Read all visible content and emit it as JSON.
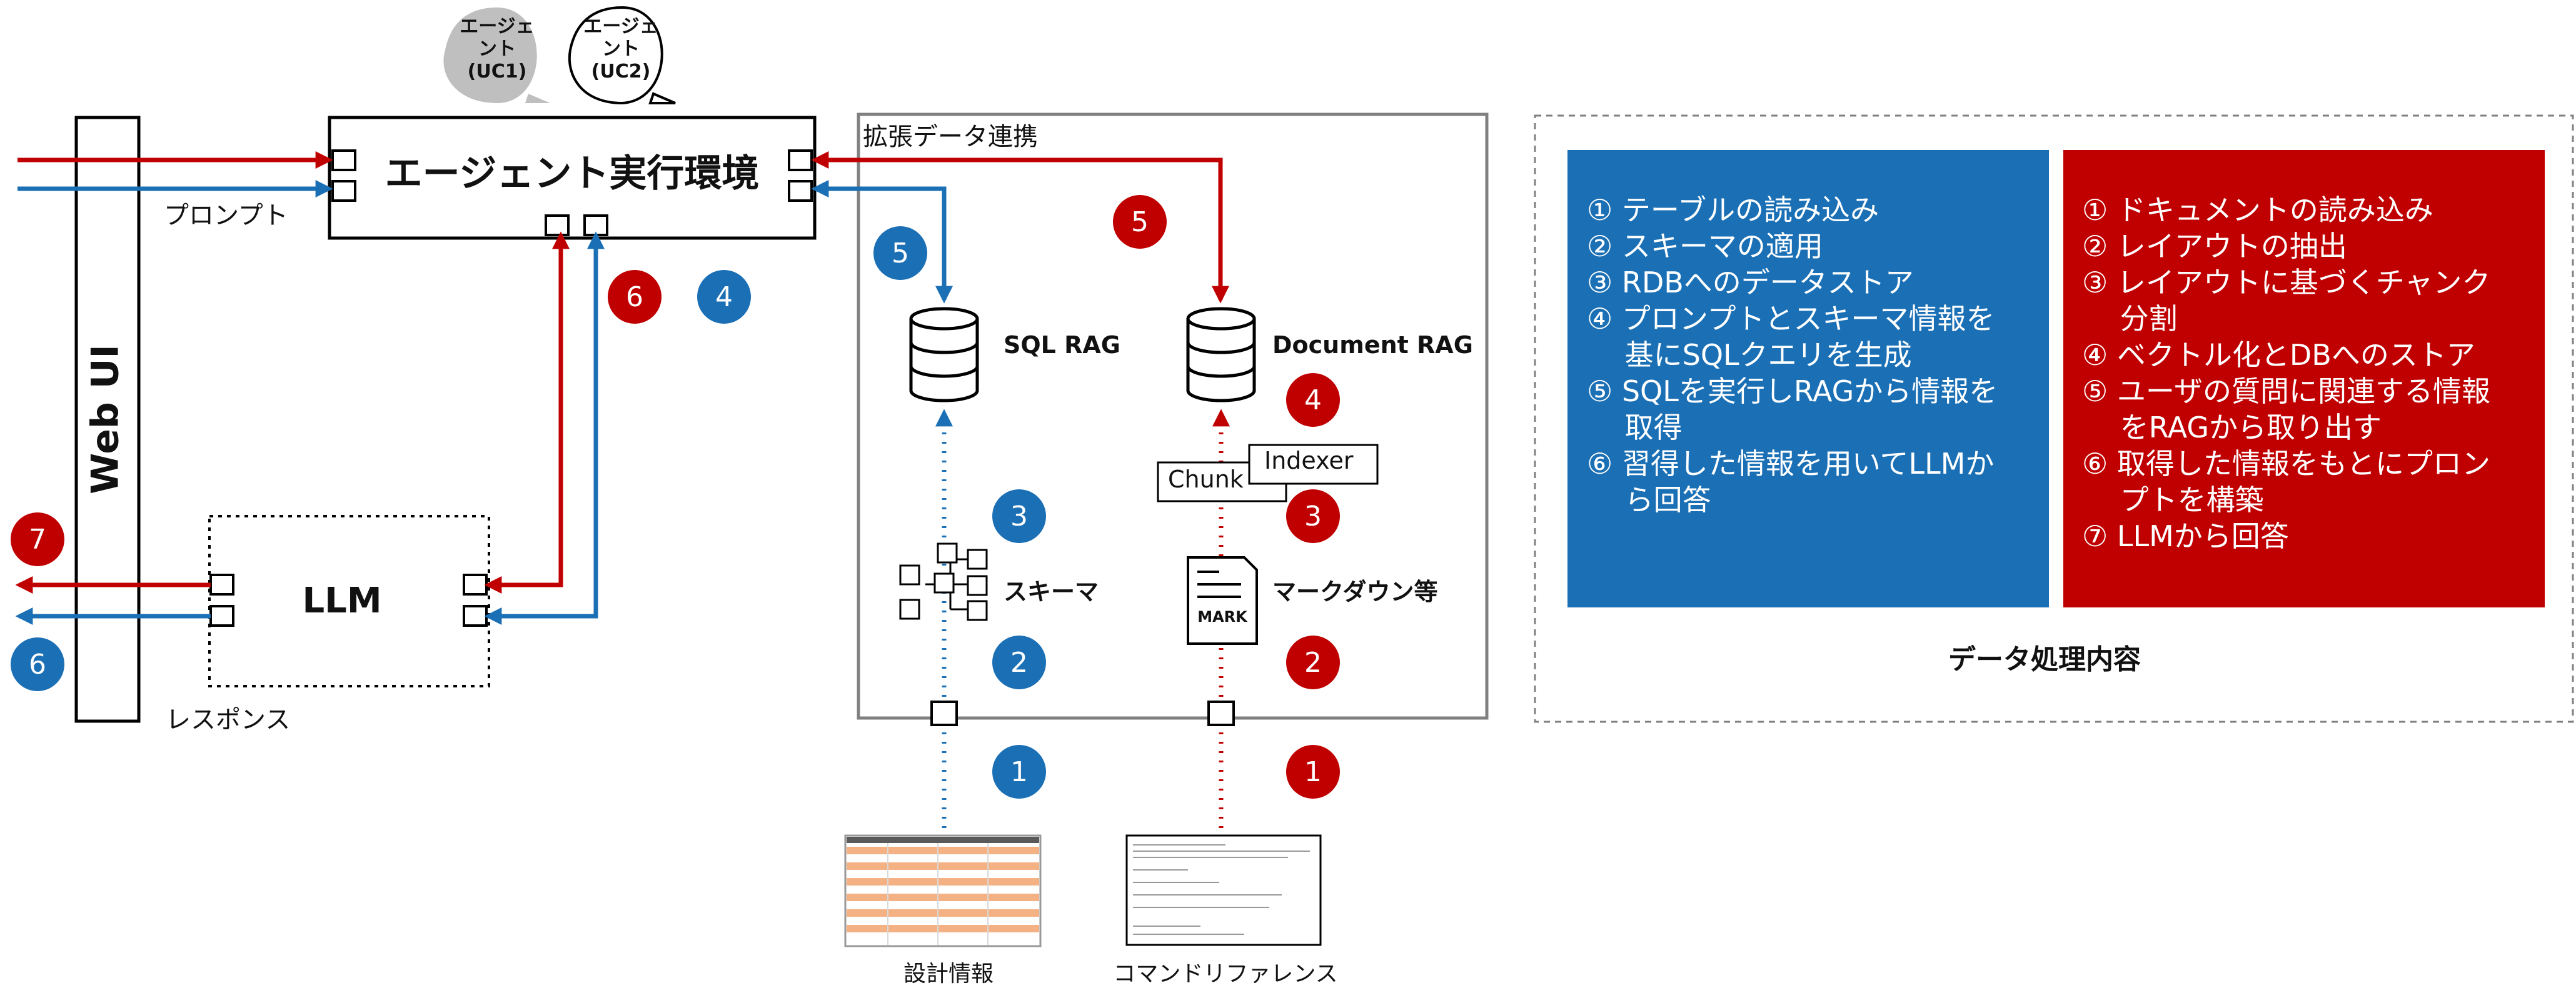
{
  "web_ui": {
    "label": "Web UI"
  },
  "agents": {
    "uc1": [
      "エージェ",
      "ント",
      "(UC1)"
    ],
    "uc2": [
      "エージェ",
      "ント",
      "(UC2)"
    ]
  },
  "agent_env": {
    "title": "エージェント実行環境"
  },
  "llm": {
    "title": "LLM"
  },
  "labels": {
    "prompt": "プロンプト",
    "response": "レスポンス",
    "extended": "拡張データ連携"
  },
  "rag": {
    "sql": "SQL RAG",
    "document": "Document RAG",
    "schema": "スキーマ",
    "markdown": "マークダウン等",
    "chunk": "Chunk",
    "indexer": "Indexer",
    "mark_icon": "MARK"
  },
  "sources": {
    "design": "設計情報",
    "command": "コマンドリファレンス"
  },
  "badges": {
    "red7": "7",
    "blue6": "6",
    "red6": "6",
    "blue4": "4",
    "blue5": "5",
    "red5": "5",
    "red4": "4",
    "blue3": "3",
    "red3": "3",
    "blue2": "2",
    "red2": "2",
    "blue1": "1",
    "red1": "1"
  },
  "processing": {
    "caption": "データ処理内容",
    "blue": [
      "① テーブルの読み込み",
      "② スキーマの適用",
      "③ RDBへのデータストア",
      "④ プロンプトとスキーマ情報を",
      "　 基にSQLクエリを生成",
      "⑤ SQLを実行しRAGから情報を",
      "　 取得",
      "⑥ 習得した情報を用いてLLMか",
      "　 ら回答"
    ],
    "red": [
      "① ドキュメントの読み込み",
      "② レイアウトの抽出",
      "③ レイアウトに基づくチャンク",
      "　 分割",
      "④ ベクトル化とDBへのストア",
      "⑤ ユーザの質問に関連する情報",
      "　 をRAGから取り出す",
      "⑥ 取得した情報をもとにプロン",
      "　 プトを構築",
      "⑦ LLMから回答"
    ]
  },
  "colors": {
    "blue": "#1a6fb5",
    "red": "#c00000",
    "grey": "#bfbfbf"
  }
}
